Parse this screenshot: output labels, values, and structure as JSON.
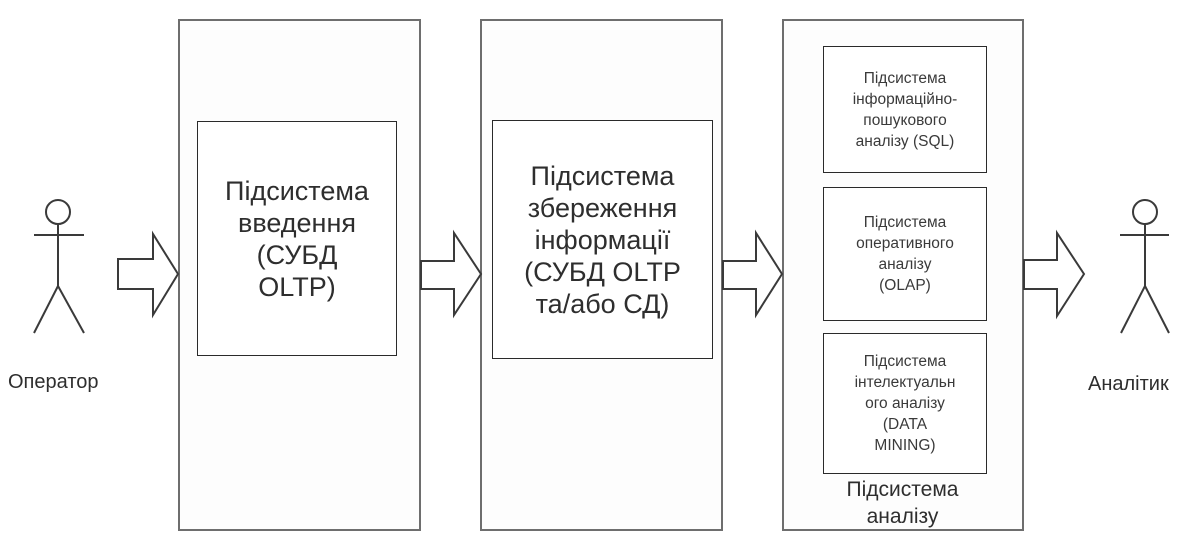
{
  "actors": {
    "left": {
      "label": "Оператор",
      "icon": "stick-figure-actor"
    },
    "right": {
      "label": "Аналітик",
      "icon": "stick-figure-actor"
    }
  },
  "blocks": [
    {
      "id": "input",
      "inner_text": "Підсистема\nвведення\n(СУБД\nOLTP)"
    },
    {
      "id": "storage",
      "inner_text": "Підсистема\nзбереження\nінформації\n(СУБД OLTP\nта/або СД)"
    },
    {
      "id": "analysis",
      "group_label": "Підсистема\nаналізу",
      "subsystems": [
        {
          "text": "Підсистема\nінформаційно-\nпошукового\nаналізу (SQL)"
        },
        {
          "text": "Підсистема\nоперативного\nаналізу\n(OLAP)"
        },
        {
          "text": "Підсистема\nінтелектуальн\nого аналізу\n(DATA\nMINING)"
        }
      ]
    }
  ],
  "flow": [
    "Оператор",
    "Підсистема введення",
    "Підсистема збереження інформації",
    "Підсистема аналізу",
    "Аналітик"
  ],
  "colors": {
    "outer_border": "#6e6e6e",
    "inner_border": "#2a2a2a",
    "stroke": "#3a3a3a",
    "background": "#ffffff"
  }
}
